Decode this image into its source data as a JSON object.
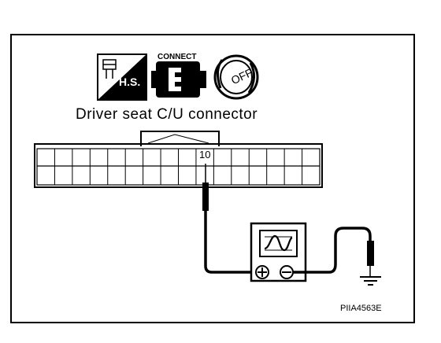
{
  "caption": "Driver seat C/U connector",
  "pin_number": "10",
  "icons": {
    "hs_label": "H.S.",
    "connect_label": "CONNECT",
    "ignition_label": "OFF"
  },
  "figure_id": "PIIA4563E"
}
